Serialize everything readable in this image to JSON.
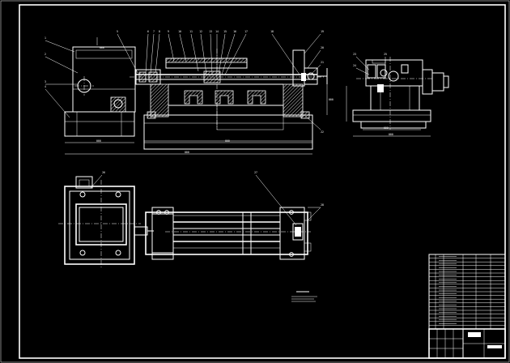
{
  "drawing": {
    "background": "#000000",
    "line_color": "#ffffff"
  },
  "balloons": {
    "front_view": [
      "1",
      "2",
      "3",
      "4",
      "5",
      "6",
      "7",
      "8",
      "9",
      "10",
      "11",
      "12",
      "13",
      "14",
      "15",
      "16",
      "17",
      "18",
      "19",
      "20",
      "21",
      "22"
    ],
    "side_view": [
      "23",
      "24",
      "25"
    ],
    "top_view": [
      "26",
      "27",
      "28"
    ]
  },
  "dimensions": {
    "front": [
      "000",
      "000",
      "000",
      "000"
    ],
    "side": [
      "000",
      "000"
    ]
  },
  "title_block": {
    "rows": 20,
    "columns": 6
  }
}
